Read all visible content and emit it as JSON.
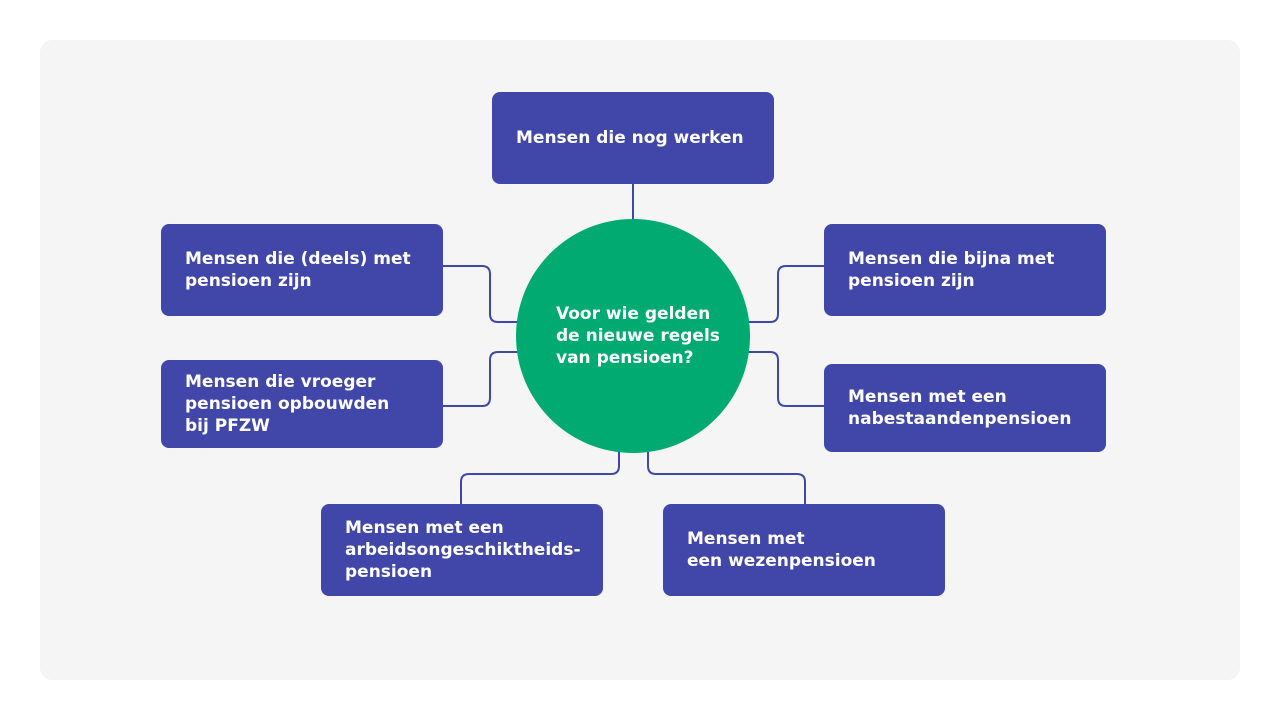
{
  "colors": {
    "node_fill": "#4147a8",
    "center_fill": "#00aa70",
    "connector": "#4147a8",
    "panel_bg": "#f5f5f5"
  },
  "center": {
    "label": "Voor wie gelden\nde nieuwe regels\nvan pensioen?"
  },
  "nodes": {
    "top": "Mensen die nog werken",
    "left_upper": "Mensen die (deels) met\npensioen zijn",
    "left_lower": "Mensen die vroeger\npensioen opbouwden\nbij PFZW",
    "right_upper": "Mensen die bijna met\npensioen zijn",
    "right_lower": "Mensen met een\nnabestaandenpensioen",
    "bottom_left": "Mensen met een\narbeidsongeschiktheids-\npensioen",
    "bottom_right": "Mensen met\neen wezenpensioen"
  }
}
